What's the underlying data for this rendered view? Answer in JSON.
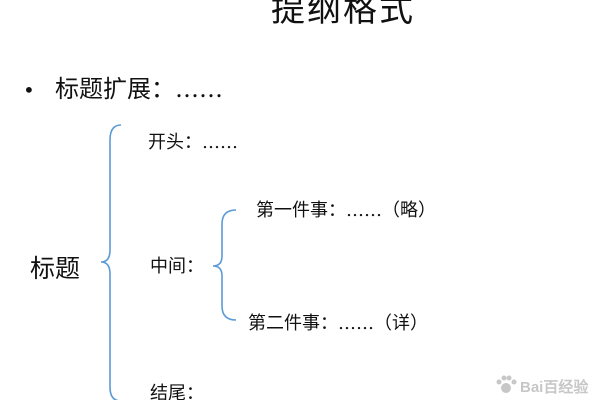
{
  "slide": {
    "title": "提纲格式",
    "bullet": {
      "marker": "•",
      "text": "标题扩展：……"
    },
    "outline": {
      "root": "标题",
      "branches": [
        {
          "label": "开头：……"
        },
        {
          "label": "中间：",
          "children": [
            {
              "label": "第一件事：……（略）"
            },
            {
              "label": "第二件事：……（详）"
            }
          ]
        },
        {
          "label": "结尾："
        }
      ]
    },
    "watermark": "Bai百经验"
  },
  "colors": {
    "bracket": "#5b9bd5",
    "text": "#111111",
    "watermark": "#9a9a9a"
  }
}
